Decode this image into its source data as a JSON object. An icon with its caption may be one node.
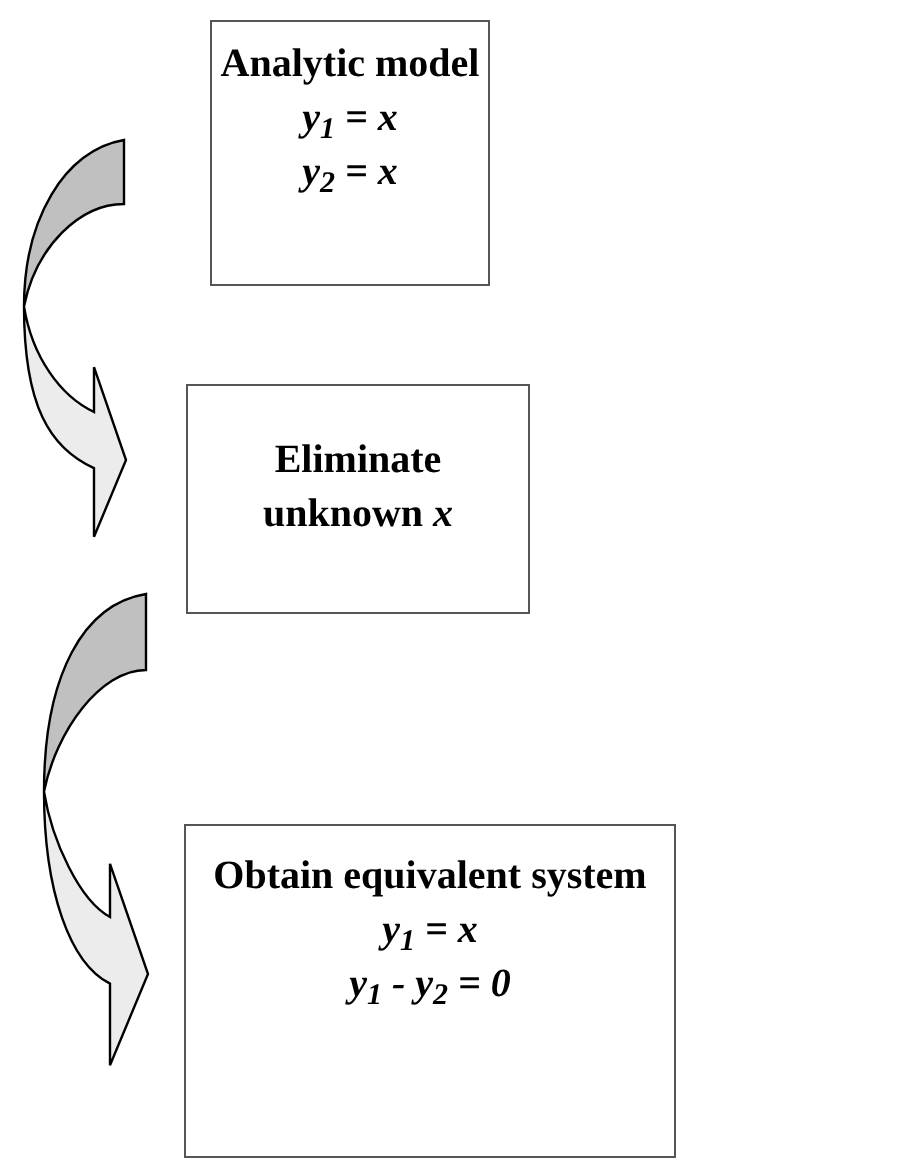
{
  "diagram": {
    "nodes": [
      {
        "text": [
          "Analytic model",
          "y$_{1}$ = x",
          "y$_{2}$ = x"
        ]
      },
      {
        "text": [
          "Eliminate unknown *x*"
        ]
      },
      {
        "text": [
          "Obtain equivalent system",
          "y$_{1}$ = x",
          "y$_{1}$ - y$_{2}$ = 0"
        ]
      }
    ],
    "edges": [
      {
        "from": 0,
        "to": 1,
        "arrow": "to"
      },
      {
        "from": 1,
        "to": 2,
        "arrow": "to"
      }
    ]
  }
}
